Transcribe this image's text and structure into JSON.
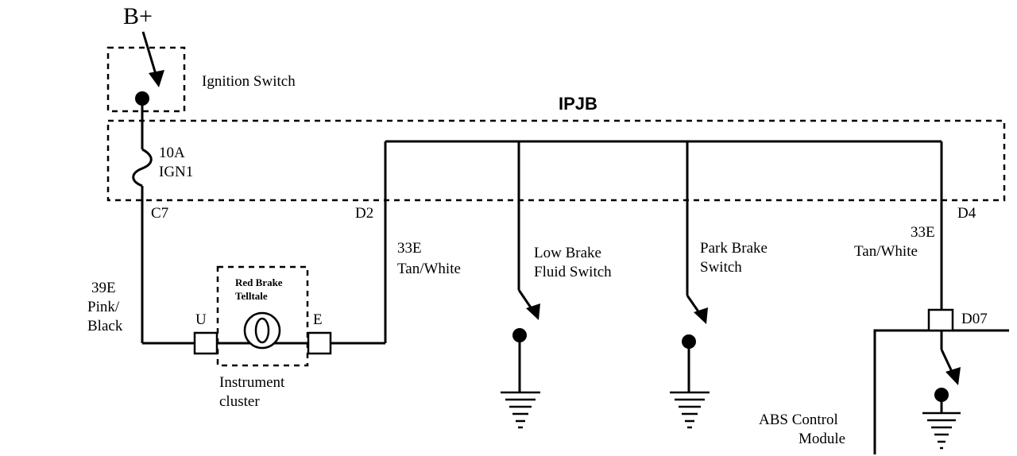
{
  "power": {
    "label": "B+"
  },
  "ignition": {
    "label": "Ignition Switch"
  },
  "junction_box": {
    "label": "IPJB"
  },
  "fuse": {
    "rating": "10A",
    "name": "IGN1"
  },
  "pins": {
    "c7": "C7",
    "d2": "D2",
    "d4": "D4",
    "d07": "D07",
    "u": "U",
    "e": "E"
  },
  "wires": {
    "w39e": {
      "id": "39E",
      "color_line1": "Pink/",
      "color_line2": "Black"
    },
    "w33e_left": {
      "id": "33E",
      "color": "Tan/White"
    },
    "w33e_right": {
      "id": "33E",
      "color": "Tan/White"
    }
  },
  "telltale": {
    "line1": "Red Brake",
    "line2": "Telltale"
  },
  "cluster": {
    "line1": "Instrument",
    "line2": "cluster"
  },
  "switches": {
    "low_brake": {
      "line1": "Low Brake",
      "line2": "Fluid Switch"
    },
    "park_brake": {
      "line1": "Park Brake",
      "line2": "Switch"
    }
  },
  "abs": {
    "line1": "ABS Control",
    "line2": "Module"
  }
}
